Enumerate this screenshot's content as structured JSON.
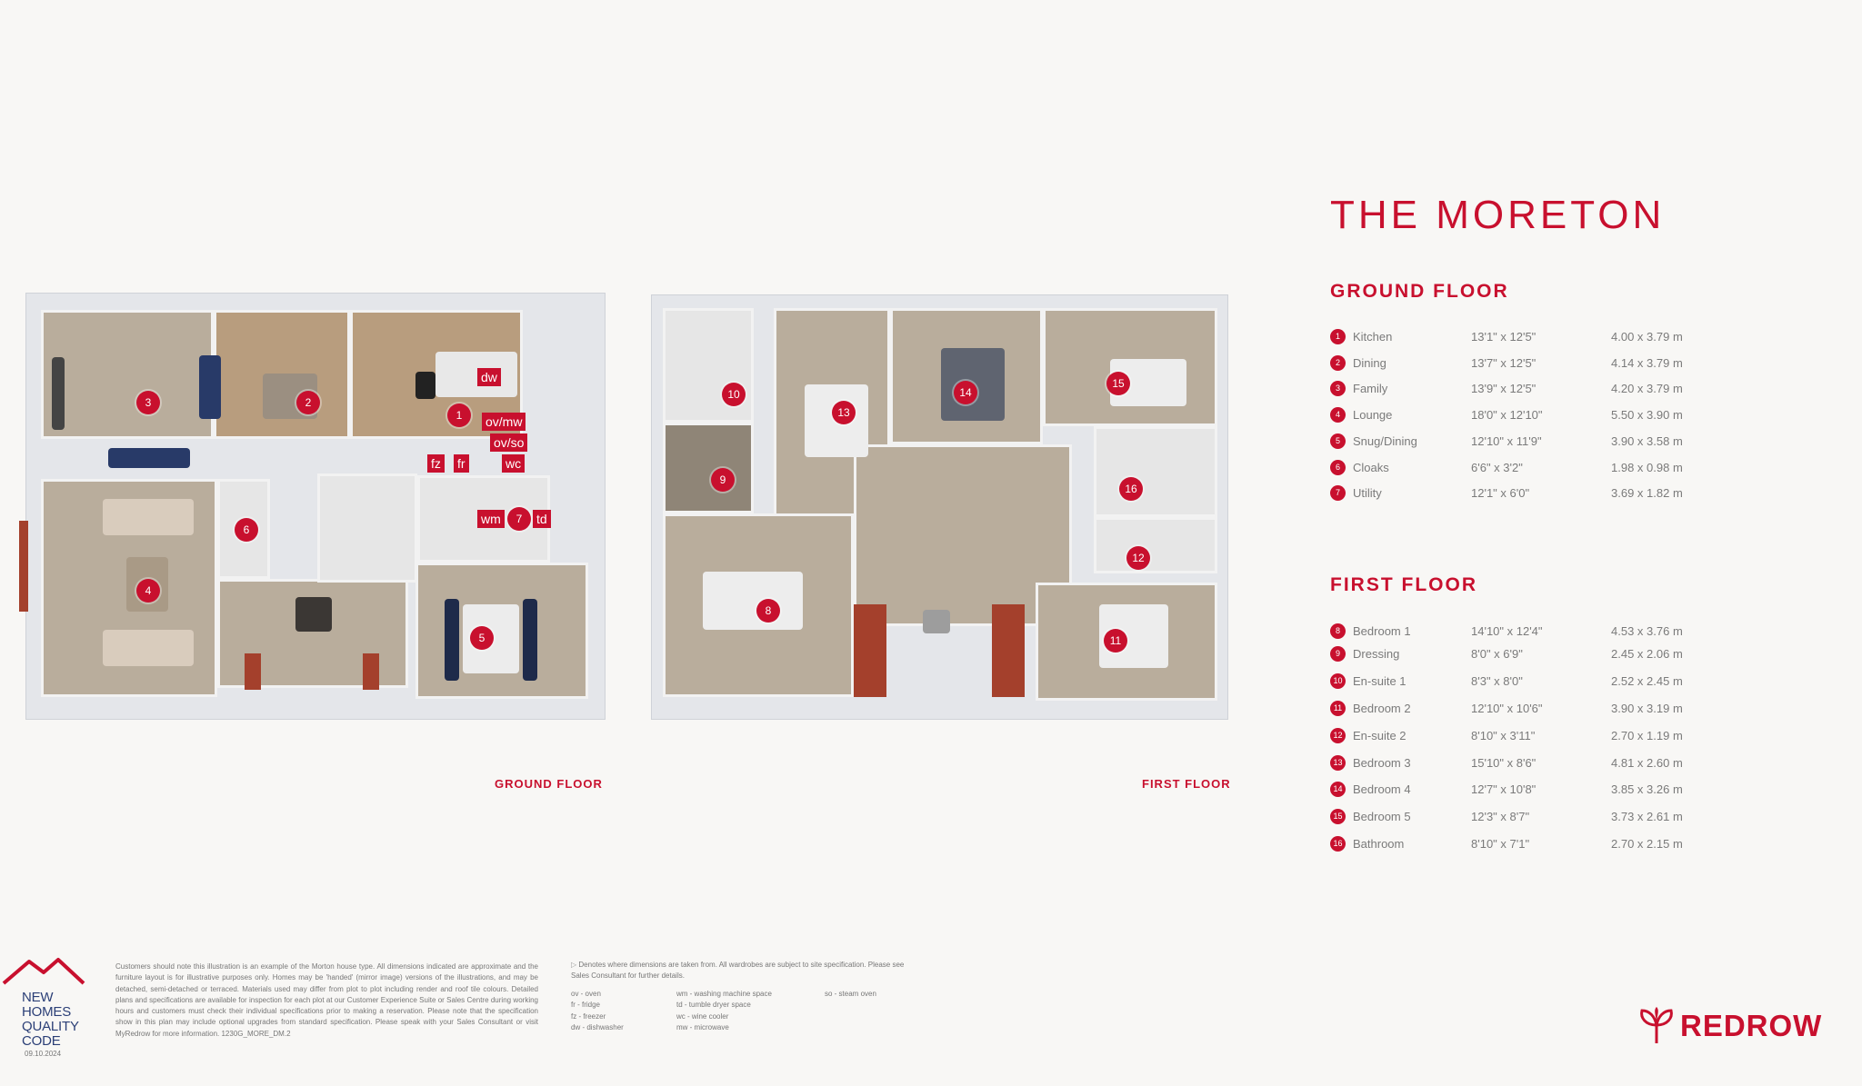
{
  "title": "THE MORETON",
  "ground_floor_heading": "GROUND FLOOR",
  "first_floor_heading": "FIRST FLOOR",
  "ground_floor_rooms": [
    {
      "num": "1",
      "name": "Kitchen",
      "imperial": "13'1\" x 12'5\"",
      "metric": "4.00 x 3.79 m"
    },
    {
      "num": "2",
      "name": "Dining",
      "imperial": "13'7\" x 12'5\"",
      "metric": "4.14 x 3.79 m"
    },
    {
      "num": "3",
      "name": "Family",
      "imperial": "13'9\" x 12'5\"",
      "metric": "4.20 x 3.79 m"
    },
    {
      "num": "4",
      "name": "Lounge",
      "imperial": "18'0\" x 12'10\"",
      "metric": "5.50 x 3.90 m"
    },
    {
      "num": "5",
      "name": "Snug/Dining",
      "imperial": "12'10\" x 11'9\"",
      "metric": "3.90 x 3.58 m"
    },
    {
      "num": "6",
      "name": "Cloaks",
      "imperial": "6'6\" x 3'2\"",
      "metric": "1.98 x 0.98 m"
    },
    {
      "num": "7",
      "name": "Utility",
      "imperial": "12'1\" x 6'0\"",
      "metric": "3.69 x 1.82 m"
    }
  ],
  "first_floor_rooms": [
    {
      "num": "8",
      "name": "Bedroom 1",
      "imperial": "14'10\" x 12'4\"",
      "metric": "4.53 x 3.76 m"
    },
    {
      "num": "9",
      "name": "Dressing",
      "imperial": "8'0\" x 6'9\"",
      "metric": "2.45 x 2.06 m"
    },
    {
      "num": "10",
      "name": "En-suite 1",
      "imperial": "8'3\" x 8'0\"",
      "metric": "2.52 x 2.45 m"
    },
    {
      "num": "11",
      "name": "Bedroom 2",
      "imperial": "12'10\" x 10'6\"",
      "metric": "3.90 x 3.19 m"
    },
    {
      "num": "12",
      "name": "En-suite 2",
      "imperial": "8'10\" x 3'11\"",
      "metric": "2.70 x 1.19 m"
    },
    {
      "num": "13",
      "name": "Bedroom 3",
      "imperial": "15'10\" x 8'6\"",
      "metric": "4.81 x 2.60 m"
    },
    {
      "num": "14",
      "name": "Bedroom 4",
      "imperial": "12'7\" x 10'8\"",
      "metric": "3.85 x 3.26 m"
    },
    {
      "num": "15",
      "name": "Bedroom 5",
      "imperial": "12'3\" x 8'7\"",
      "metric": "3.73 x 2.61 m"
    },
    {
      "num": "16",
      "name": "Bathroom",
      "imperial": "8'10\" x 7'1\"",
      "metric": "2.70 x 2.15 m"
    }
  ],
  "plan_labels": {
    "ground_caption": "GROUND FLOOR",
    "first_caption": "FIRST FLOOR",
    "appliance_tags": {
      "dw": "dw",
      "ovmw": "ov/mw",
      "ovso": "ov/so",
      "wc": "wc",
      "fz": "fz",
      "fr": "fr",
      "wm": "wm",
      "td": "td"
    }
  },
  "footer": {
    "disclaimer": "Customers should note this illustration is an example of the Morton house type. All dimensions indicated are approximate and the furniture layout is for illustrative purposes only. Homes may be 'handed' (mirror image) versions of the illustrations, and may be detached, semi-detached or terraced. Materials used may differ from plot to plot including render and roof tile colours. Detailed plans and specifications are available for inspection for each plot at our Customer Experience Suite or Sales Centre during working hours and customers must check their individual specifications prior to making a reservation. Please note that the specification show in this plan may include optional upgrades from standard specification. Please speak with your Sales Consultant or visit MyRedrow for more information. 1230G_MORE_DM.2",
    "dimensions_note": "Denotes where dimensions are taken from. All wardrobes are subject to site specification. Please see Sales Consultant for further details.",
    "key_col1": [
      "ov - oven",
      "fr - fridge",
      "fz - freezer",
      "dw - dishwasher"
    ],
    "key_col2": [
      "wm - washing machine space",
      "td - tumble dryer space",
      "wc - wine cooler",
      "mw - microwave"
    ],
    "key_col3": [
      "so - steam oven"
    ],
    "nhqc_lines": [
      "NEW",
      "HOMES",
      "QUALITY",
      "CODE"
    ],
    "date": "09.10.2024",
    "brand": "REDROW"
  },
  "colors": {
    "accent": "#c8102e",
    "nhqc": "#2b3f77"
  }
}
